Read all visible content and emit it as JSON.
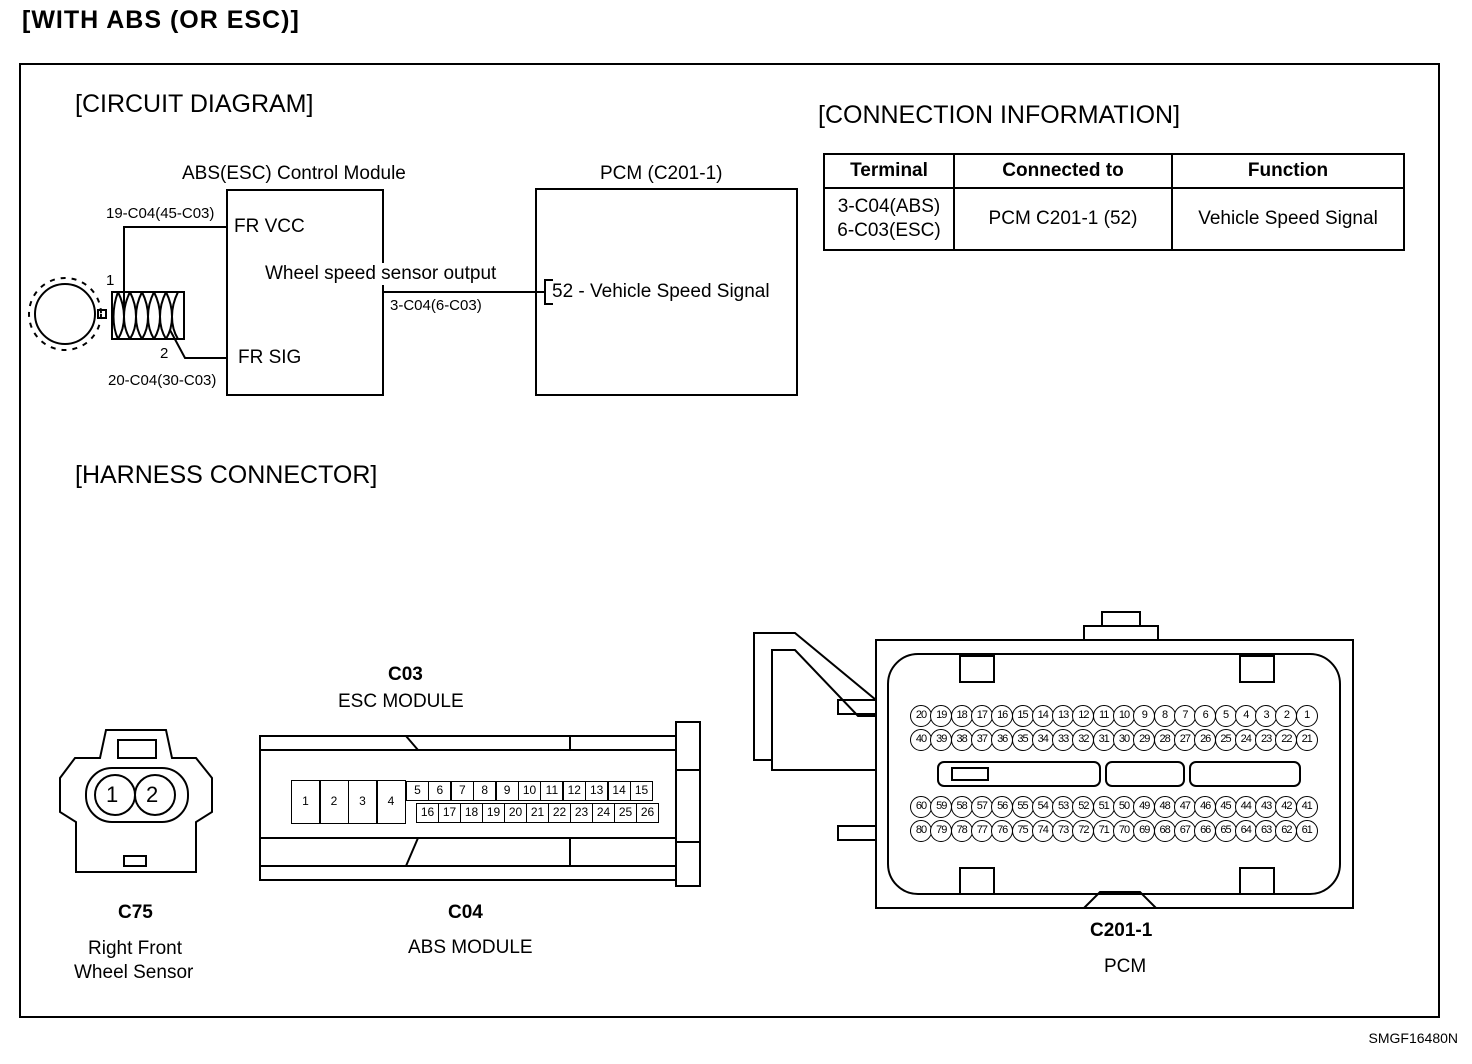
{
  "heading": "[WITH ABS (OR ESC)]",
  "circuit": {
    "title": "[CIRCUIT DIAGRAM]",
    "abs_module": "ABS(ESC) Control Module",
    "pcm_module": "PCM (C201-1)",
    "fr_vcc": "FR VCC",
    "fr_sig": "FR SIG",
    "sensor_output": "Wheel speed sensor output",
    "vcc_pin": "19-C04(45-C03)",
    "sig_pin": "20-C04(30-C03)",
    "out_pin": "3-C04(6-C03)",
    "pcm_pin": "52 - Vehicle Speed Signal",
    "sensor_pin1": "1",
    "sensor_pin2": "2"
  },
  "connection": {
    "title": "[CONNECTION INFORMATION]",
    "headers": [
      "Terminal",
      "Connected to",
      "Function"
    ],
    "rows": [
      {
        "terminal_1": "3-C04(ABS)",
        "terminal_2": "6-C03(ESC)",
        "connected_to": "PCM C201-1 (52)",
        "function": "Vehicle Speed Signal"
      }
    ]
  },
  "harness": {
    "title": "[HARNESS CONNECTOR]",
    "c75": {
      "code": "C75",
      "name_line1": "Right Front",
      "name_line2": "Wheel Sensor",
      "pins": [
        "1",
        "2"
      ]
    },
    "c03": {
      "code": "C03",
      "name": "ESC MODULE"
    },
    "c04": {
      "code": "C04",
      "name": "ABS MODULE"
    },
    "abs_big_pins": [
      "1",
      "2",
      "3",
      "4"
    ],
    "abs_top_pins": [
      "5",
      "6",
      "7",
      "8",
      "9",
      "10",
      "11",
      "12",
      "13",
      "14",
      "15"
    ],
    "abs_bottom_pins": [
      "16",
      "17",
      "18",
      "19",
      "20",
      "21",
      "22",
      "23",
      "24",
      "25",
      "26"
    ],
    "pcm": {
      "code": "C201-1",
      "name": "PCM"
    },
    "pcm_rows": [
      [
        "20",
        "19",
        "18",
        "17",
        "16",
        "15",
        "14",
        "13",
        "12",
        "11",
        "10",
        "9",
        "8",
        "7",
        "6",
        "5",
        "4",
        "3",
        "2",
        "1"
      ],
      [
        "40",
        "39",
        "38",
        "37",
        "36",
        "35",
        "34",
        "33",
        "32",
        "31",
        "30",
        "29",
        "28",
        "27",
        "26",
        "25",
        "24",
        "23",
        "22",
        "21"
      ],
      [
        "60",
        "59",
        "58",
        "57",
        "56",
        "55",
        "54",
        "53",
        "52",
        "51",
        "50",
        "49",
        "48",
        "47",
        "46",
        "45",
        "44",
        "43",
        "42",
        "41"
      ],
      [
        "80",
        "79",
        "78",
        "77",
        "76",
        "75",
        "74",
        "73",
        "72",
        "71",
        "70",
        "69",
        "68",
        "67",
        "66",
        "65",
        "64",
        "63",
        "62",
        "61"
      ]
    ]
  },
  "footer_code": "SMGF16480N"
}
